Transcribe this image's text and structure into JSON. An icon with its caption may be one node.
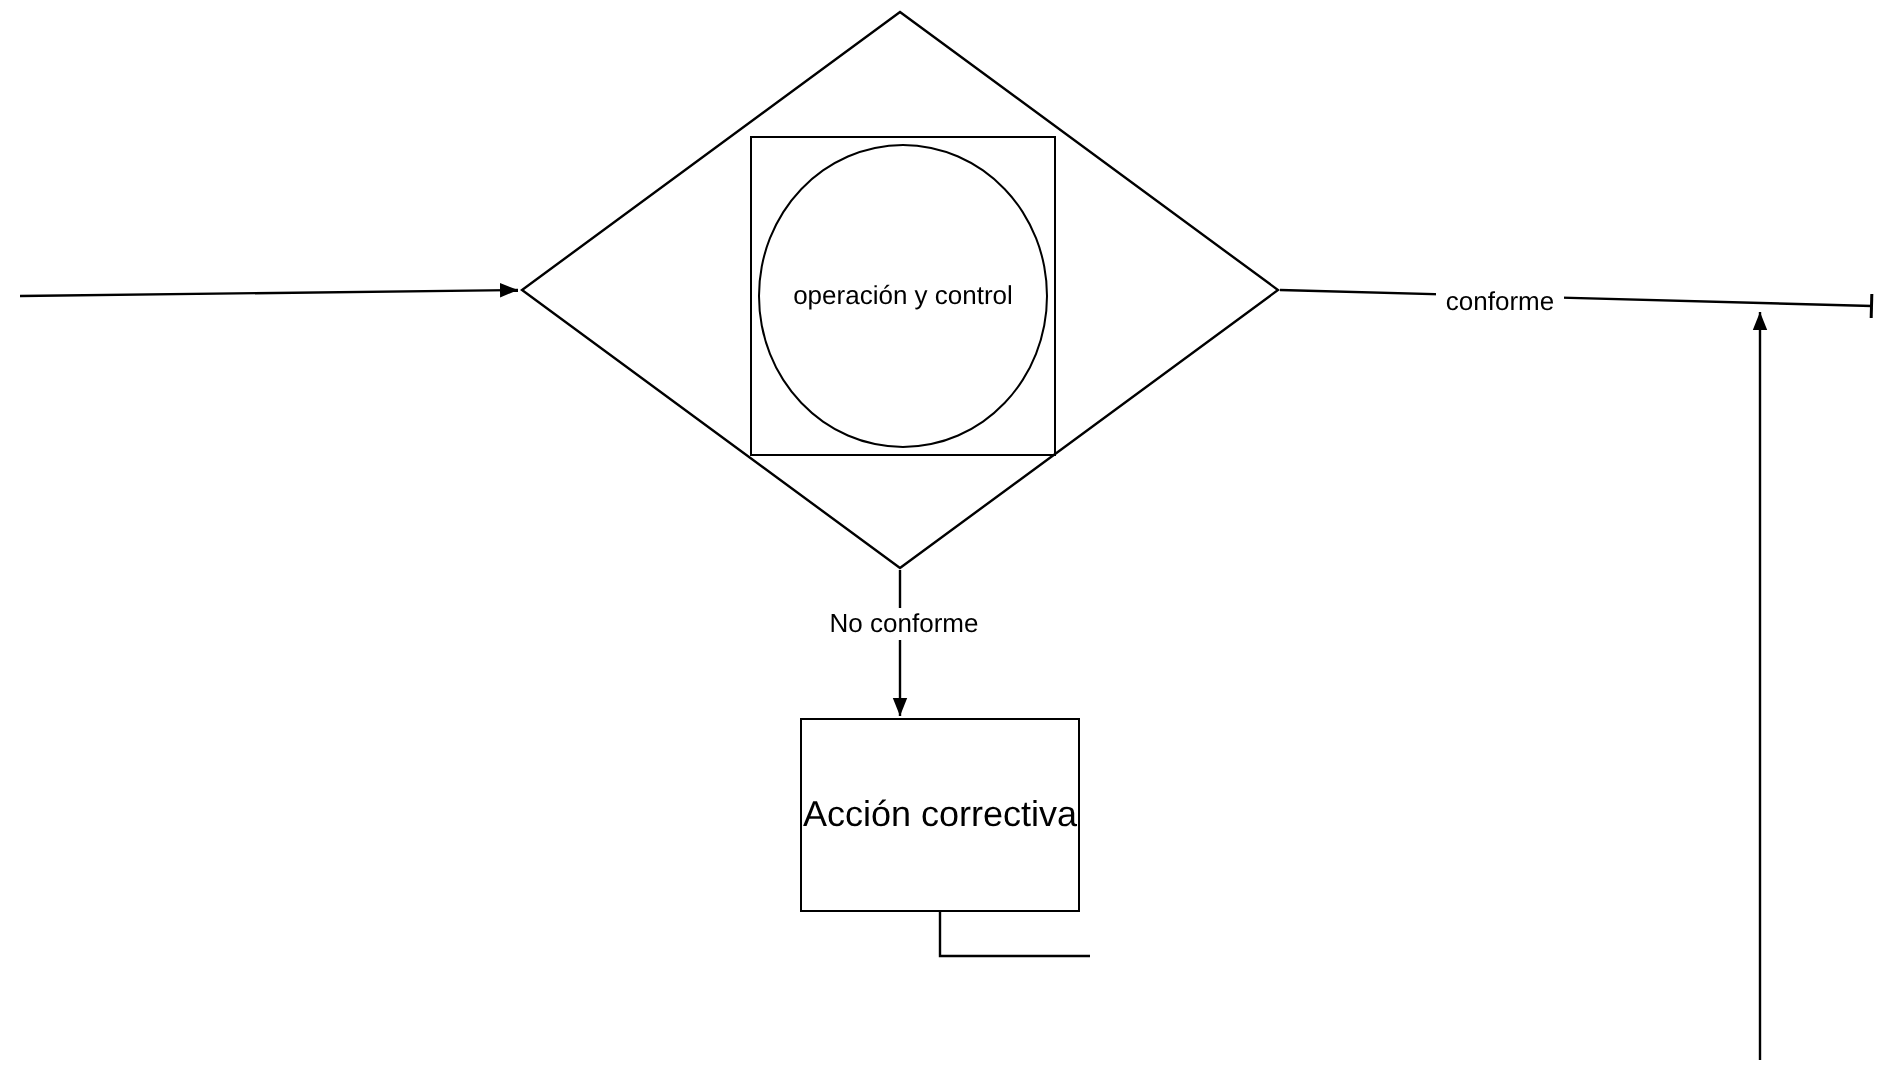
{
  "diagram": {
    "nodes": [
      {
        "text": [],
        "shape": "diamond"
      },
      {
        "text": [],
        "shape": "box",
        "in": 0
      },
      {
        "text": [
          "operación y control"
        ],
        "in": 1
      },
      {
        "text": [
          "Acción correctiva"
        ]
      }
    ],
    "edges": [
      {
        "from": null,
        "to": 0,
        "arrow": "to"
      },
      {
        "from": 0,
        "to": null,
        "arrow": "other",
        "label": "conforme"
      },
      {
        "from": 0,
        "to": 3,
        "arrow": "to",
        "label": "No conforme"
      },
      {
        "from": 3,
        "to": null,
        "arrow": "to"
      }
    ]
  }
}
